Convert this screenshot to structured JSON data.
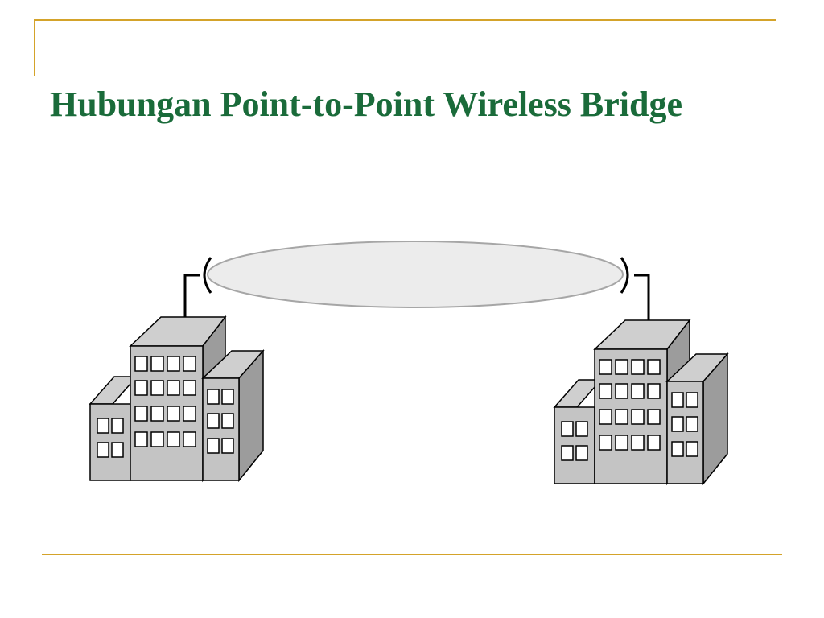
{
  "slide": {
    "title": "Hubungan Point-to-Point Wireless Bridge"
  },
  "colors": {
    "title": "#1a6b3a",
    "frame": "#d4a32a",
    "building_front": "#c4c4c4",
    "building_top": "#cfcfcf",
    "building_side": "#9c9c9c",
    "window": "#ffffff",
    "link_fill": "#ececec",
    "link_stroke": "#a6a6a6"
  },
  "diagram": {
    "nodes": [
      {
        "id": "building-left",
        "icon": "office-building-icon"
      },
      {
        "id": "building-right",
        "icon": "office-building-icon"
      }
    ],
    "links": [
      {
        "from": "building-left",
        "to": "building-right",
        "type": "wireless",
        "icon": "wireless-link-ellipse"
      }
    ],
    "antennas": [
      {
        "node": "building-left",
        "icon": "antenna-icon"
      },
      {
        "node": "building-right",
        "icon": "antenna-icon"
      }
    ]
  }
}
